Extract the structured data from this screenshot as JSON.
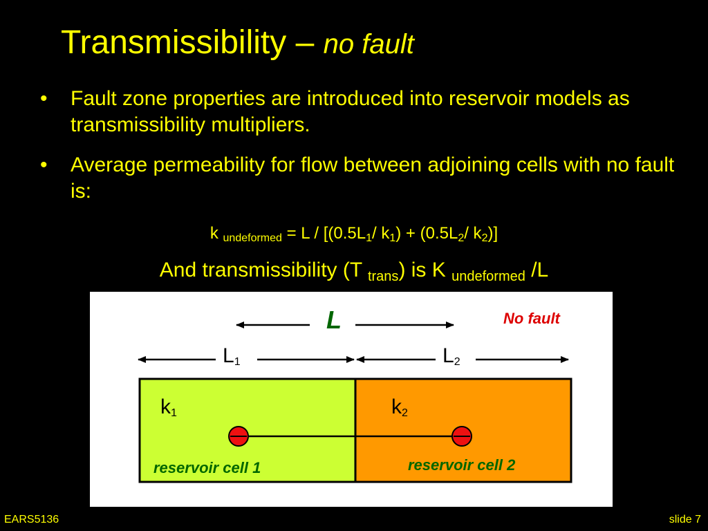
{
  "title": {
    "main": "Transmissibility – ",
    "italic": "no fault"
  },
  "bullets": [
    {
      "marker": "•",
      "text": "Fault zone properties are introduced into reservoir models as transmissibility multipliers."
    },
    {
      "marker": "•",
      "text": "Average permeability for flow between adjoining cells with no fault is:"
    }
  ],
  "formula": {
    "k": "k ",
    "k_sub": "undeformed",
    "eq1": " = L / [(0.5L",
    "s1": "1",
    "mid1": "/ k",
    "s2": "1",
    "mid2": ") + (0.5L",
    "s3": "2",
    "mid3": "/ k",
    "s4": "2",
    "end": ")]"
  },
  "trans": {
    "a": "And transmissibility (T ",
    "a_sub": "trans",
    "b": ") is K ",
    "b_sub": "undeformed",
    "c": " /L"
  },
  "diagram": {
    "no_fault": "No fault",
    "L": "L",
    "L1": "L",
    "L1_sub": "1",
    "L2": "L",
    "L2_sub": "2",
    "k1": "k",
    "k1_sub": "1",
    "k2": "k",
    "k2_sub": "2",
    "cell1": "reservoir cell 1",
    "cell2": "reservoir cell 2",
    "colors": {
      "cell1": "#ccff33",
      "cell2": "#ff9900",
      "node": "#ee1111",
      "no_fault": "#dd0000",
      "L": "#006600"
    }
  },
  "footer": {
    "left": "EARS5136",
    "right": "slide 7"
  }
}
